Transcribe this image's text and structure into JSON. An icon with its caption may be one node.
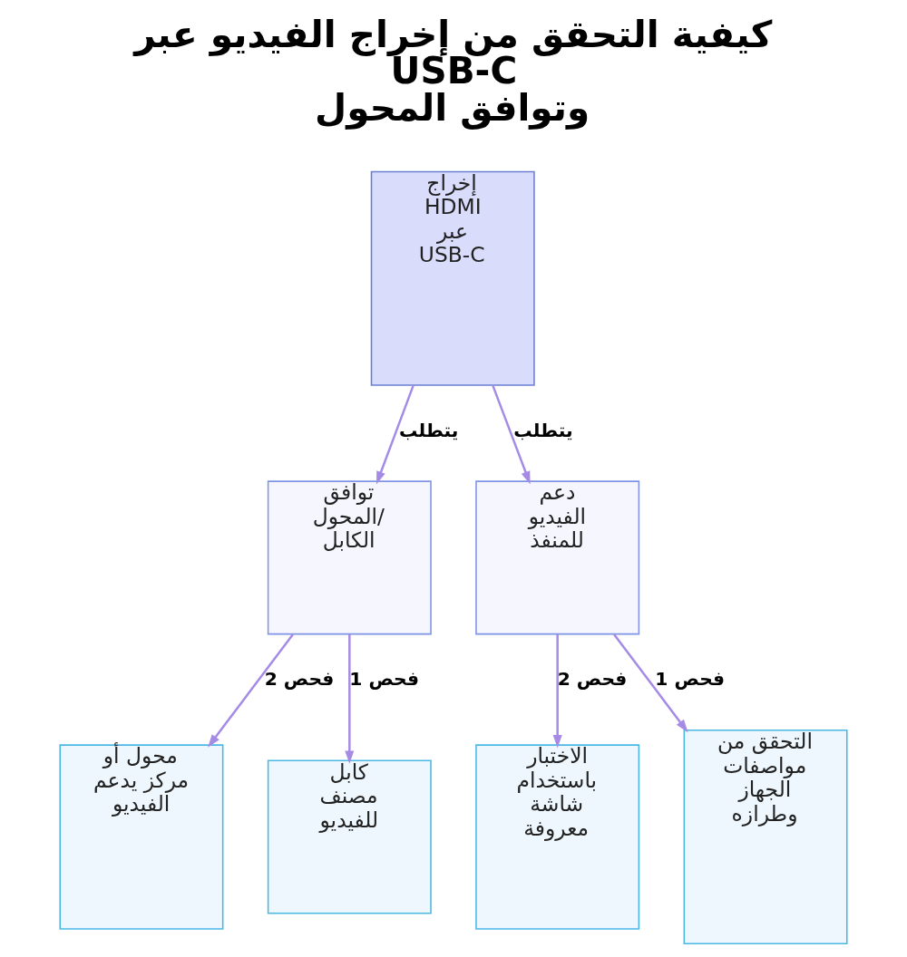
{
  "diagram": {
    "title": "كيفية التحقق من إخراج الفيديو عبر USB-C وتوافق المحول",
    "nodes": [
      {
        "text": [
          "إخراج HDMI عبر USB-C"
        ]
      },
      {
        "text": [
          "دعم الفيديو للمنفذ"
        ]
      },
      {
        "text": [
          "توافق المحول/ الكابل"
        ]
      },
      {
        "text": [
          "التحقق من مواصفات الجهاز وطرازه"
        ]
      },
      {
        "text": [
          "الاختبار باستخدام شاشة معروفة"
        ]
      },
      {
        "text": [
          "كابل مصنف للفيديو"
        ]
      },
      {
        "text": [
          "محول أو مركز يدعم الفيديو"
        ]
      }
    ],
    "edges": [
      {
        "from": 0,
        "to": 2,
        "arrow": "to",
        "label": "يتطلب"
      },
      {
        "from": 0,
        "to": 1,
        "arrow": "to",
        "label": "يتطلب"
      },
      {
        "from": 2,
        "to": 6,
        "arrow": "to",
        "label": "فحص 2"
      },
      {
        "from": 2,
        "to": 5,
        "arrow": "to",
        "label": "فحص 1"
      },
      {
        "from": 1,
        "to": 4,
        "arrow": "to",
        "label": "فحص 2"
      },
      {
        "from": 1,
        "to": 3,
        "arrow": "to",
        "label": "فحص 1"
      }
    ]
  }
}
